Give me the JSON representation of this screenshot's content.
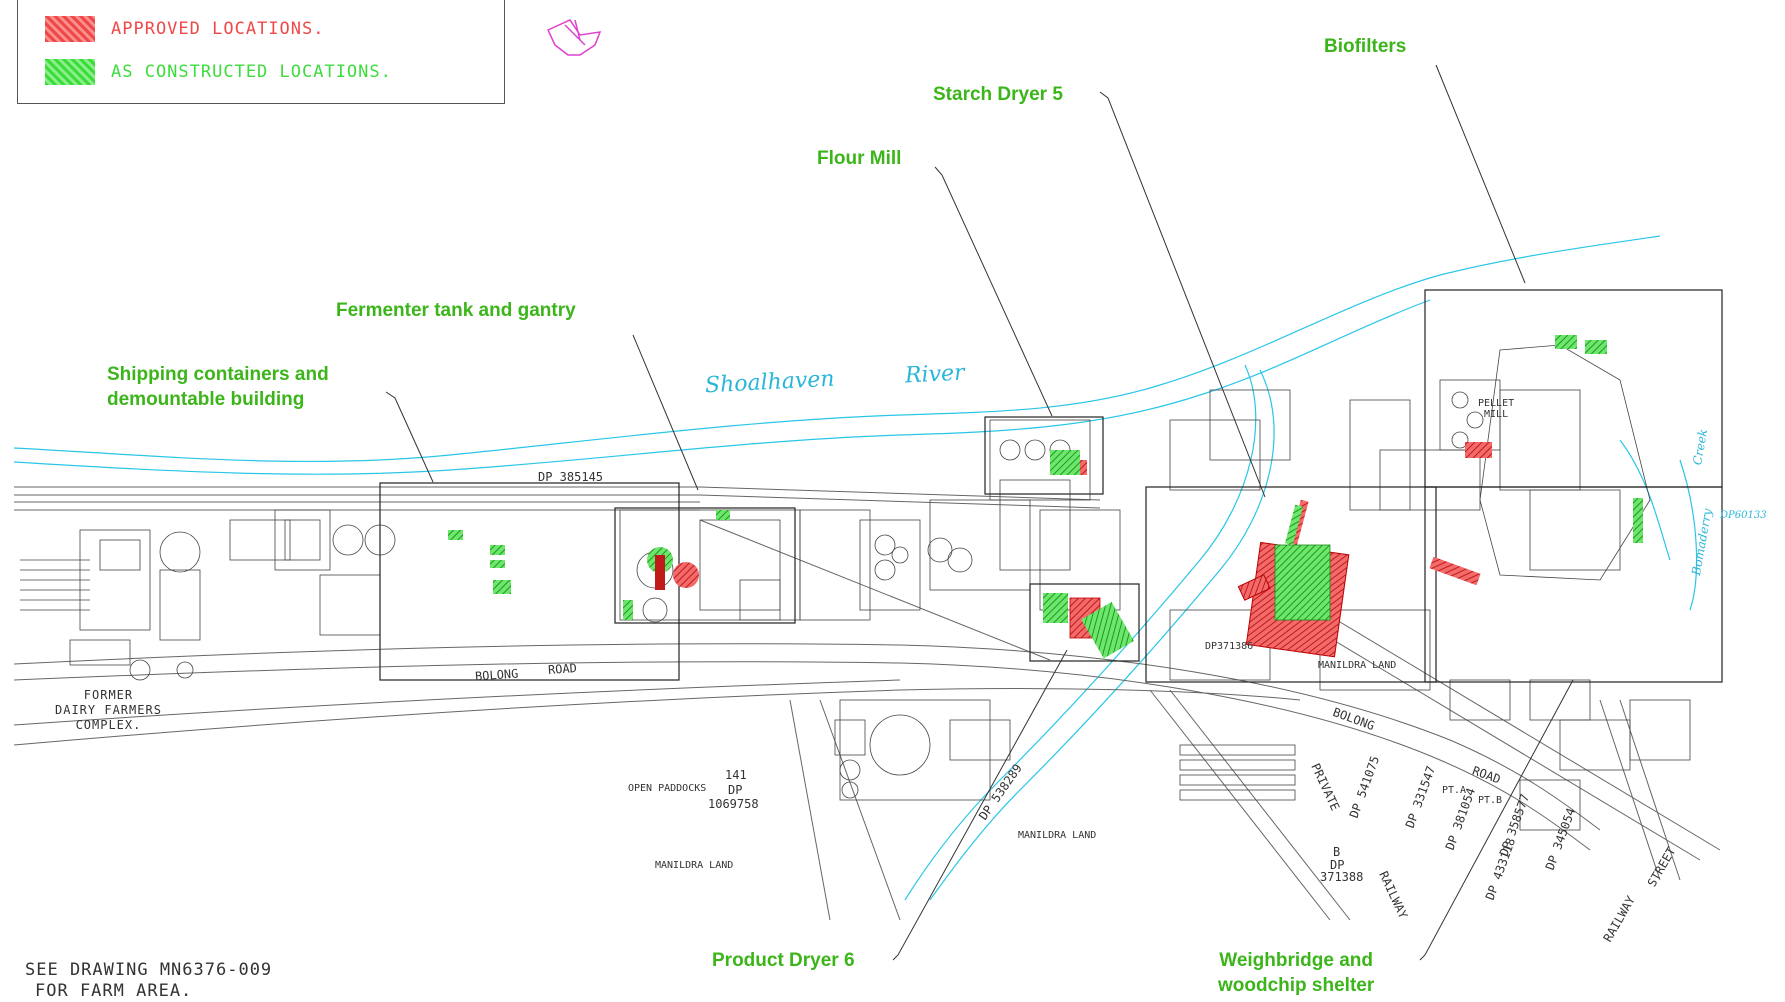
{
  "legend": {
    "approved_label": "APPROVED LOCATIONS.",
    "constructed_label": "AS CONSTRUCTED LOCATIONS.",
    "approved_color": "#f04848",
    "constructed_color": "#3ddc3d"
  },
  "callouts": {
    "biofilters": "Biofilters",
    "starch_dryer": "Starch Dryer 5",
    "flour_mill": "Flour Mill",
    "fermenter": "Fermenter tank and gantry",
    "shipping_line1": "Shipping containers and",
    "shipping_line2": "demountable building",
    "product_dryer": "Product Dryer 6",
    "weighbridge_line1": "Weighbridge and",
    "weighbridge_line2": "woodchip shelter"
  },
  "notes": {
    "see_drawing_line1": "SEE DRAWING MN6376-009",
    "see_drawing_line2": "FOR FARM AREA.",
    "former_line1": "FORMER",
    "former_line2": "DAIRY FARMERS",
    "former_line3": "COMPLEX."
  },
  "map_labels": {
    "river_word1": "Shoalhaven",
    "river_word2": "River",
    "creek": "Creek",
    "creek2": "Bomaderry",
    "dp_385145": "DP 385145",
    "bolong_road_left1": "BOLONG",
    "bolong_road_left2": "ROAD",
    "bolong_road_right1": "BOLONG",
    "bolong_road_right2": "ROAD",
    "lot_141": "141",
    "dp_lot141": "DP",
    "dp_1069758": "1069758",
    "open_paddocks": "OPEN PADDOCKS",
    "manildra_land1": "MANILDRA LAND",
    "manildra_land2": "MANILDRA LAND",
    "manildra_land3": "MANILDRA LAND",
    "pellet_mill": "PELLET",
    "pellet_mill2": "MILL",
    "private": "PRIVATE",
    "railway": "RAILWAY",
    "railway_street1": "RAILWAY",
    "railway_street2": "STREET",
    "dp_541075": "DP 541075",
    "b_dp": "B",
    "dp_371388a": "DP",
    "dp_371388": "371388",
    "dp_371386": "DP371386",
    "dp_538289": "DP 538289",
    "dp_331547": "DP 331547",
    "dp_381054": "DP 381054",
    "dp_358577": "DP 358577",
    "dp_345054": "DP 345054",
    "dp_433118": "DP 433118",
    "pta": "PT.A",
    "ptb": "PT.B",
    "dp_right": "DP60133"
  }
}
